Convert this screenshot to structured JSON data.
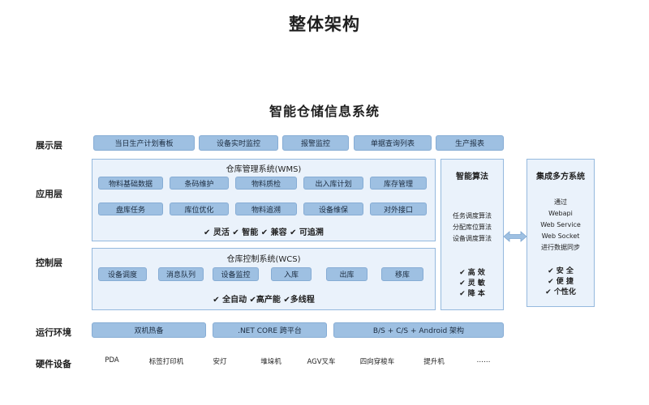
{
  "title": "整体架构",
  "subtitle": "智能仓储信息系统",
  "layers": {
    "display": "展示层",
    "application": "应用层",
    "control": "控制层",
    "runtime": "运行环境",
    "hardware": "硬件设备"
  },
  "display_items": [
    "当日生产计划看板",
    "设备实时监控",
    "报警监控",
    "单据查询列表",
    "生产报表"
  ],
  "wms": {
    "title": "仓库管理系统(WMS)",
    "row1": [
      "物料基础数据",
      "条码维护",
      "物料质检",
      "出入库计划",
      "库存管理"
    ],
    "row2": [
      "盘库任务",
      "库位优化",
      "物料追溯",
      "设备维保",
      "对外接口"
    ],
    "features": "✔ 灵活  ✔ 智能  ✔ 兼容  ✔ 可追溯"
  },
  "wcs": {
    "title": "仓库控制系统(WCS)",
    "items": [
      "设备调度",
      "消息队列",
      "设备监控",
      "入库",
      "出库",
      "移库"
    ],
    "features": "✔ 全自动  ✔高产能  ✔多线程"
  },
  "algo": {
    "title": "智能算法",
    "items": [
      "任务调度算法",
      "分配库位算法",
      "设备调度算法"
    ],
    "checks": [
      "✔ 高  效",
      "✔ 灵  敏",
      "✔ 降  本"
    ]
  },
  "integration": {
    "title": "集成多方系统",
    "items": [
      "通过",
      "Webapi",
      "Web Service",
      "Web Socket",
      "进行数据同步"
    ],
    "checks": [
      "✔ 安  全",
      "✔ 便  捷",
      "✔ 个性化"
    ]
  },
  "runtime_items": [
    "双机热备",
    ".NET CORE 跨平台",
    "B/S + C/S + Android 架构"
  ],
  "hardware_items": [
    "PDA",
    "标签打印机",
    "安灯",
    "堆垛机",
    "AGV叉车",
    "四向穿梭车",
    "提升机",
    "……"
  ],
  "colors": {
    "pill": "#9ec0e2",
    "panel_bg": "#eaf2fb",
    "panel_border": "#95b9de"
  }
}
